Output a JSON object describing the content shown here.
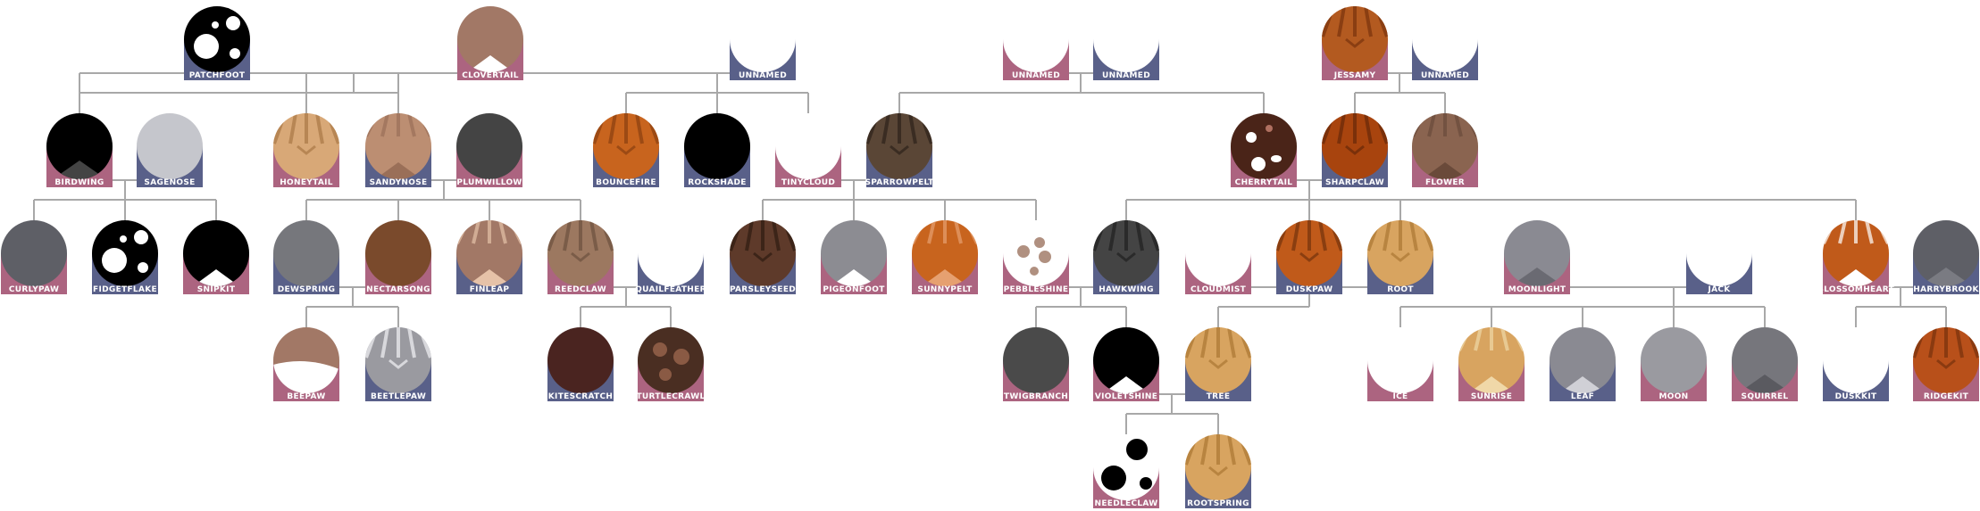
{
  "colors": {
    "female_card": "#ac6480",
    "male_card": "#596089",
    "connector": "#a8a8a8",
    "label": "#ffffff"
  },
  "cats": [
    {
      "id": "patchfoot",
      "name": "PATCHFOOT",
      "sex": "male",
      "base": "#000000",
      "pattern": "spots",
      "accent": "#ffffff"
    },
    {
      "id": "clovertail",
      "name": "CLOVERTAIL",
      "sex": "female",
      "base": "#a27866",
      "pattern": "white-chin",
      "accent": "#ffffff"
    },
    {
      "id": "unnamed-1",
      "name": "UNNAMED",
      "sex": "male",
      "pattern": "empty"
    },
    {
      "id": "unnamed-2",
      "name": "UNNAMED",
      "sex": "female",
      "pattern": "empty"
    },
    {
      "id": "unnamed-3",
      "name": "UNNAMED",
      "sex": "male",
      "pattern": "empty"
    },
    {
      "id": "jessamy",
      "name": "JESSAMY",
      "sex": "female",
      "base": "#b35a20",
      "pattern": "tabby",
      "accent": "#8a3e12"
    },
    {
      "id": "unnamed-4",
      "name": "UNNAMED",
      "sex": "male",
      "pattern": "empty"
    },
    {
      "id": "birdwing",
      "name": "BIRDWING",
      "sex": "female",
      "base": "#000000",
      "pattern": "dark-chin",
      "accent": "#444444"
    },
    {
      "id": "sagenose",
      "name": "SAGENOSE",
      "sex": "male",
      "base": "#c5c6cc",
      "pattern": "solid"
    },
    {
      "id": "honeytail",
      "name": "HONEYTAIL",
      "sex": "female",
      "base": "#d8a877",
      "pattern": "tabby",
      "accent": "#b78654"
    },
    {
      "id": "sandynose",
      "name": "SANDYNOSE",
      "sex": "male",
      "base": "#bc8e72",
      "pattern": "tabby-chin",
      "accent": "#9a6f58"
    },
    {
      "id": "plumwillow",
      "name": "PLUMWILLOW",
      "sex": "female",
      "base": "#444444",
      "pattern": "solid"
    },
    {
      "id": "bouncefire",
      "name": "BOUNCEFIRE",
      "sex": "male",
      "base": "#c8641e",
      "pattern": "tabby",
      "accent": "#9c4a14"
    },
    {
      "id": "rockshade",
      "name": "ROCKSHADE",
      "sex": "male",
      "base": "#000000",
      "pattern": "solid"
    },
    {
      "id": "tinycloud",
      "name": "TINYCLOUD",
      "sex": "female",
      "pattern": "empty"
    },
    {
      "id": "sparrowpelt",
      "name": "SPARROWPELT",
      "sex": "male",
      "base": "#5a4636",
      "pattern": "tabby",
      "accent": "#3a2c22"
    },
    {
      "id": "cherrytail",
      "name": "CHERRYTAIL",
      "sex": "female",
      "base": "#4a2418",
      "pattern": "calico",
      "accent": "#ffffff"
    },
    {
      "id": "sharpclaw",
      "name": "SHARPCLAW",
      "sex": "male",
      "base": "#a8440e",
      "pattern": "tabby",
      "accent": "#7a300a"
    },
    {
      "id": "flower",
      "name": "FLOWER",
      "sex": "female",
      "base": "#8a6450",
      "pattern": "tabby-chin",
      "accent": "#6a4a3a"
    },
    {
      "id": "curlypaw",
      "name": "CURLYPAW",
      "sex": "female",
      "base": "#5e5f66",
      "pattern": "solid"
    },
    {
      "id": "fidgetflake",
      "name": "FIDGETFLAKE",
      "sex": "male",
      "base": "#000000",
      "pattern": "spots",
      "accent": "#ffffff"
    },
    {
      "id": "snipkit",
      "name": "SNIPKIT",
      "sex": "female",
      "base": "#000000",
      "pattern": "white-chin",
      "accent": "#ffffff"
    },
    {
      "id": "dewspring",
      "name": "DEWSPRING",
      "sex": "male",
      "base": "#76777c",
      "pattern": "solid"
    },
    {
      "id": "nectarsong",
      "name": "NECTARSONG",
      "sex": "female",
      "base": "#7a4a2c",
      "pattern": "solid"
    },
    {
      "id": "finleap",
      "name": "FINLEAP",
      "sex": "male",
      "base": "#a27866",
      "pattern": "tabby-chin",
      "accent": "#e6c2a8"
    },
    {
      "id": "reedclaw",
      "name": "REEDCLAW",
      "sex": "female",
      "base": "#9c7860",
      "pattern": "tabby",
      "accent": "#7a5c48"
    },
    {
      "id": "quailfeather",
      "name": "QUAILFEATHER",
      "sex": "male",
      "pattern": "empty"
    },
    {
      "id": "parsleyseed",
      "name": "PARSLEYSEED",
      "sex": "male",
      "base": "#5e3a2a",
      "pattern": "tabby",
      "accent": "#3c2418"
    },
    {
      "id": "pigeonfoot",
      "name": "PIGEONFOOT",
      "sex": "female",
      "base": "#8c8c92",
      "pattern": "white-chin",
      "accent": "#ffffff"
    },
    {
      "id": "sunnypelt",
      "name": "SUNNYPELT",
      "sex": "female",
      "base": "#c8641e",
      "pattern": "tabby-chin",
      "accent": "#e6a070"
    },
    {
      "id": "pebbleshine",
      "name": "PEBBLESHINE",
      "sex": "female",
      "base": "#ffffff",
      "pattern": "pebble",
      "accent": "#b09080"
    },
    {
      "id": "hawkwing",
      "name": "HAWKWING",
      "sex": "male",
      "base": "#444444",
      "pattern": "tabby",
      "accent": "#2a2a2a"
    },
    {
      "id": "cloudmist",
      "name": "CLOUDMIST",
      "sex": "female",
      "pattern": "empty"
    },
    {
      "id": "duskpaw",
      "name": "DUSKPAW",
      "sex": "male",
      "base": "#c05a1a",
      "pattern": "tabby",
      "accent": "#8a3e10"
    },
    {
      "id": "root",
      "name": "ROOT",
      "sex": "male",
      "base": "#d8a460",
      "pattern": "tabby",
      "accent": "#b88440"
    },
    {
      "id": "moonlight",
      "name": "MOONLIGHT",
      "sex": "female",
      "base": "#8a8a92",
      "pattern": "dark-chin",
      "accent": "#6a6a72"
    },
    {
      "id": "jack",
      "name": "JACK",
      "sex": "male",
      "pattern": "empty"
    },
    {
      "id": "blossomheart",
      "name": "BLOSSOMHEART",
      "sex": "female",
      "base": "#c05a1a",
      "pattern": "tabby-chin",
      "accent": "#ffffff"
    },
    {
      "id": "harrybrook",
      "name": "HARRYBROOK",
      "sex": "male",
      "base": "#5e5f66",
      "pattern": "dark-chin",
      "accent": "#7a7b82"
    },
    {
      "id": "beepaw",
      "name": "BEEPAW",
      "sex": "female",
      "base": "#a27866",
      "pattern": "patch",
      "accent": "#ffffff"
    },
    {
      "id": "beetlepaw",
      "name": "BEETLEPAW",
      "sex": "male",
      "base": "#9a9aa0",
      "pattern": "tabby",
      "accent": "#d8d8dc"
    },
    {
      "id": "kitescratch",
      "name": "KITESCRATCH",
      "sex": "male",
      "base": "#4a2420",
      "pattern": "solid"
    },
    {
      "id": "turtlecrawl",
      "name": "TURTLECRAWL",
      "sex": "female",
      "base": "#4a2e22",
      "pattern": "tortie",
      "accent": "#8a5a44"
    },
    {
      "id": "twigbranch",
      "name": "TWIGBRANCH",
      "sex": "female",
      "base": "#4a4a4a",
      "pattern": "solid"
    },
    {
      "id": "violetshine",
      "name": "VIOLETSHINE",
      "sex": "female",
      "base": "#000000",
      "pattern": "white-chin",
      "accent": "#ffffff"
    },
    {
      "id": "tree",
      "name": "TREE",
      "sex": "male",
      "base": "#d8a460",
      "pattern": "tabby",
      "accent": "#b88440"
    },
    {
      "id": "ice",
      "name": "ICE",
      "sex": "female",
      "pattern": "empty"
    },
    {
      "id": "sunrise",
      "name": "SUNRISE",
      "sex": "female",
      "base": "#d8a460",
      "pattern": "tabby-chin",
      "accent": "#f0d8a8"
    },
    {
      "id": "leaf",
      "name": "LEAF",
      "sex": "male",
      "base": "#8a8a92",
      "pattern": "white-chin",
      "accent": "#d0d0d6"
    },
    {
      "id": "moon",
      "name": "MOON",
      "sex": "female",
      "base": "#9a9aa0",
      "pattern": "solid"
    },
    {
      "id": "squirrel",
      "name": "SQUIRREL",
      "sex": "female",
      "base": "#76767c",
      "pattern": "dark-chin",
      "accent": "#5a5a60"
    },
    {
      "id": "duskkit",
      "name": "DUSKKIT",
      "sex": "male",
      "pattern": "empty"
    },
    {
      "id": "ridgekit",
      "name": "RIDGEKIT",
      "sex": "female",
      "base": "#b8501a",
      "pattern": "tabby",
      "accent": "#8a3a10"
    },
    {
      "id": "needleclaw",
      "name": "NEEDLECLAW",
      "sex": "female",
      "base": "#ffffff",
      "pattern": "black-spots",
      "accent": "#000000"
    },
    {
      "id": "rootspring",
      "name": "ROOTSPRING",
      "sex": "male",
      "base": "#d8a460",
      "pattern": "tabby",
      "accent": "#b88440"
    }
  ],
  "relations": [
    {
      "id": "fam-patchfoot-clovertail",
      "parents": [
        "patchfoot",
        "clovertail"
      ],
      "children": [
        "birdwing",
        "honeytail",
        "sandynose"
      ]
    },
    {
      "id": "fam-clovertail-unnamed",
      "parents": [
        "clovertail",
        "unnamed-1"
      ],
      "children": [
        "bouncefire",
        "rockshade",
        "tinycloud"
      ]
    },
    {
      "id": "fam-unnamed-pair",
      "parents": [
        "unnamed-2",
        "unnamed-3"
      ],
      "children": [
        "sparrowpelt",
        "cherrytail"
      ]
    },
    {
      "id": "fam-jessamy",
      "parents": [
        "jessamy",
        "unnamed-4"
      ],
      "children": [
        "sharpclaw",
        "flower"
      ]
    },
    {
      "id": "fam-birdwing",
      "parents": [
        "birdwing",
        "sagenose"
      ],
      "children": [
        "curlypaw",
        "fidgetflake",
        "snipkit"
      ]
    },
    {
      "id": "fam-sandynose",
      "parents": [
        "sandynose",
        "plumwillow"
      ],
      "children": [
        "dewspring",
        "nectarsong",
        "finleap",
        "reedclaw"
      ]
    },
    {
      "id": "fam-sparrowpelt",
      "parents": [
        "tinycloud",
        "sparrowpelt"
      ],
      "children": [
        "parsleyseed",
        "pigeonfoot",
        "sunnypelt",
        "pebbleshine"
      ]
    },
    {
      "id": "fam-cherrytail",
      "parents": [
        "cherrytail",
        "sharpclaw"
      ],
      "children": [
        "hawkwing",
        "duskpaw",
        "root",
        "blossomheart"
      ]
    },
    {
      "id": "fam-dewspring",
      "parents": [
        "dewspring",
        "nectarsong"
      ],
      "children": [
        "beepaw",
        "beetlepaw"
      ]
    },
    {
      "id": "fam-reedclaw",
      "parents": [
        "reedclaw",
        "quailfeather"
      ],
      "children": [
        "kitescratch",
        "turtlecrawl"
      ]
    },
    {
      "id": "fam-pebbleshine",
      "parents": [
        "pebbleshine",
        "hawkwing"
      ],
      "children": [
        "twigbranch",
        "violetshine"
      ]
    },
    {
      "id": "fam-root",
      "parents": [
        "cloudmist",
        "root"
      ],
      "children": [
        "tree"
      ]
    },
    {
      "id": "fam-moonlight",
      "parents": [
        "moonlight",
        "jack"
      ],
      "children": [
        "ice",
        "sunrise",
        "leaf",
        "moon",
        "squirrel"
      ]
    },
    {
      "id": "fam-blossomheart",
      "parents": [
        "blossomheart",
        "harrybrook"
      ],
      "children": [
        "duskkit",
        "ridgekit"
      ]
    },
    {
      "id": "fam-violetshine",
      "parents": [
        "violetshine",
        "tree"
      ],
      "children": [
        "needleclaw",
        "rootspring"
      ]
    }
  ]
}
